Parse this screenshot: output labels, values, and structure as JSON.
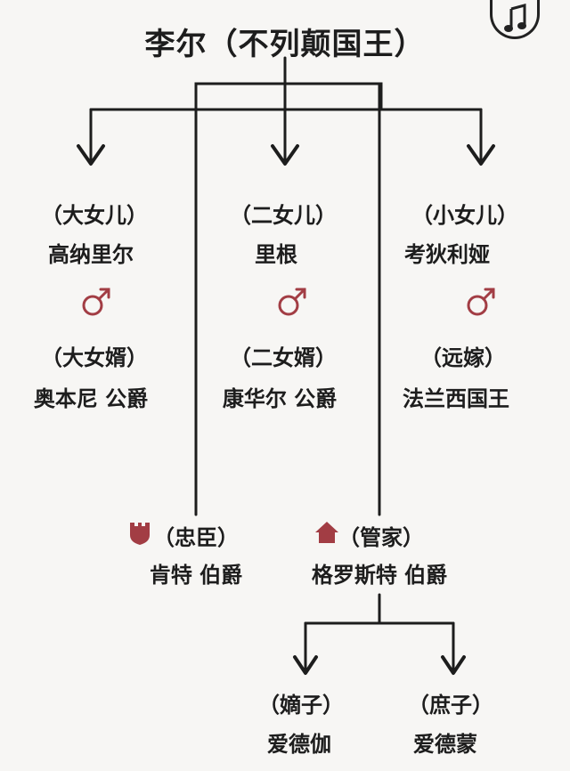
{
  "title": "李尔（不列颠国王）",
  "music_icon": "music-note-icon",
  "colors": {
    "line": "#1d1d1d",
    "accent": "#a23d44"
  },
  "daughters": [
    {
      "role": "（大女儿）",
      "name": "高纳里尔",
      "spouse_role": "（大女婿）",
      "spouse_name": "奥本尼 公爵"
    },
    {
      "role": "（二女儿）",
      "name": "里根",
      "spouse_role": "（二女婿）",
      "spouse_name": "康华尔 公爵"
    },
    {
      "role": "（小女儿）",
      "name": "考狄利娅",
      "spouse_role": "（远嫁）",
      "spouse_name": "法兰西国王"
    }
  ],
  "kent": {
    "role": "（忠臣）",
    "name": "肯特 伯爵",
    "icon": "castle-shield-icon"
  },
  "gloucester": {
    "role": "（管家）",
    "name": "格罗斯特 伯爵",
    "icon": "house-icon"
  },
  "sons": [
    {
      "role": "（嫡子）",
      "name": "爱德伽"
    },
    {
      "role": "（庶子）",
      "name": "爱德蒙"
    }
  ]
}
